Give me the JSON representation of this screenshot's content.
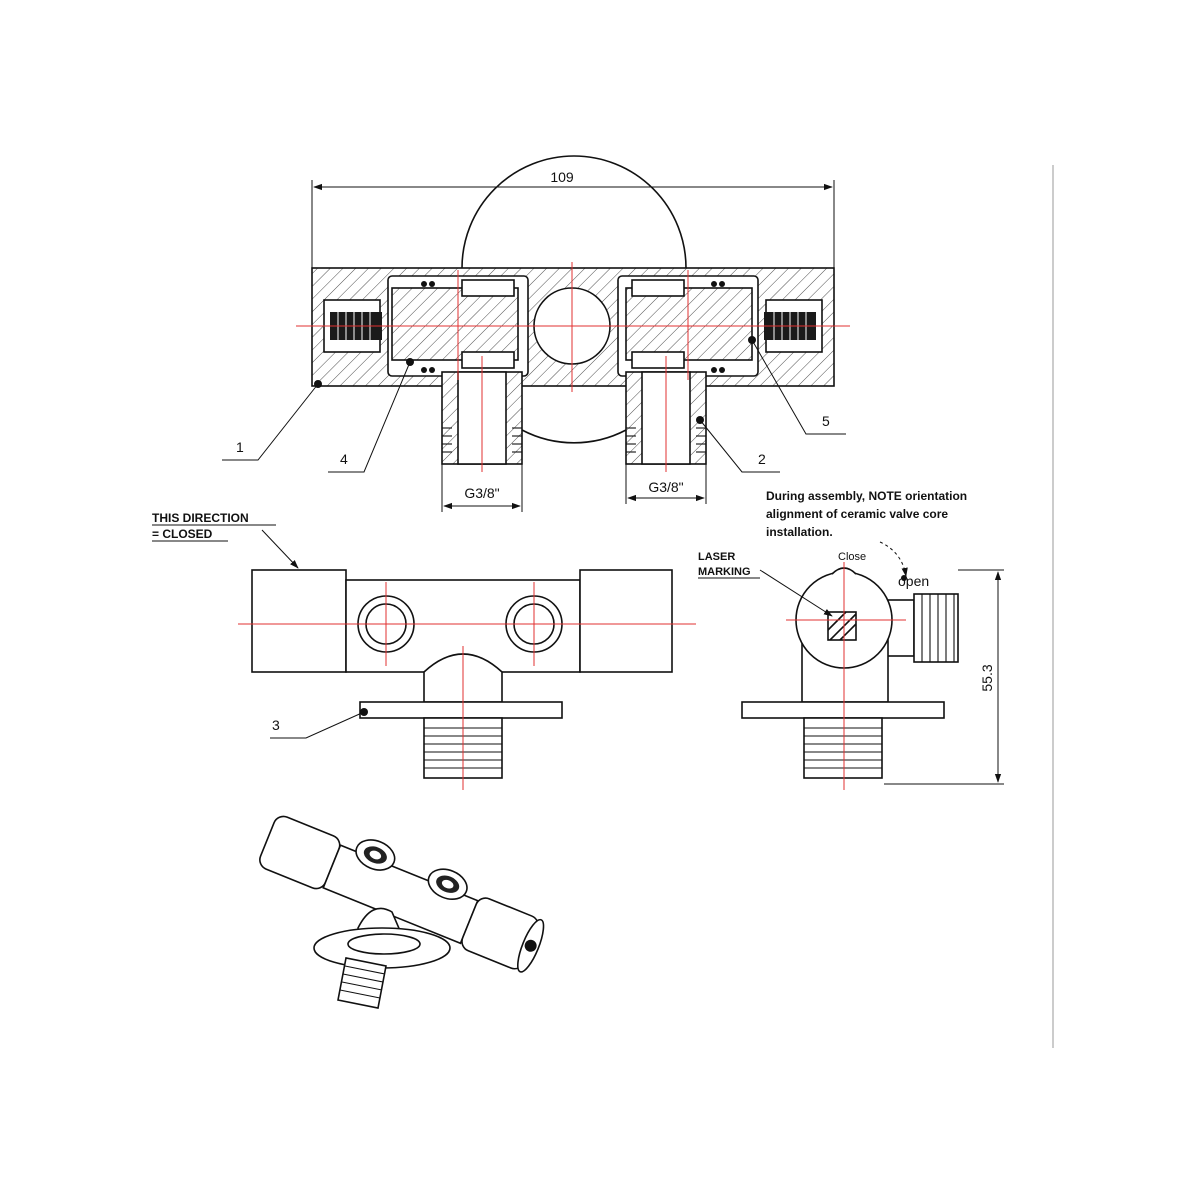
{
  "dimensions": {
    "overall_width": "109",
    "thread_left": "G3/8\"",
    "thread_right": "G3/8\"",
    "height": "55.3"
  },
  "callouts": [
    "1",
    "2",
    "3",
    "4",
    "5"
  ],
  "direction_note": {
    "line1": "THIS DIRECTION",
    "line2": "= CLOSED"
  },
  "laser_marking": {
    "line1": "LASER",
    "line2": "MARKING"
  },
  "assembly_note": {
    "line1": "During assembly, NOTE orientation",
    "line2": "alignment of ceramic valve core",
    "line3": "installation."
  },
  "rotation": {
    "close": "Close",
    "open": "open"
  }
}
